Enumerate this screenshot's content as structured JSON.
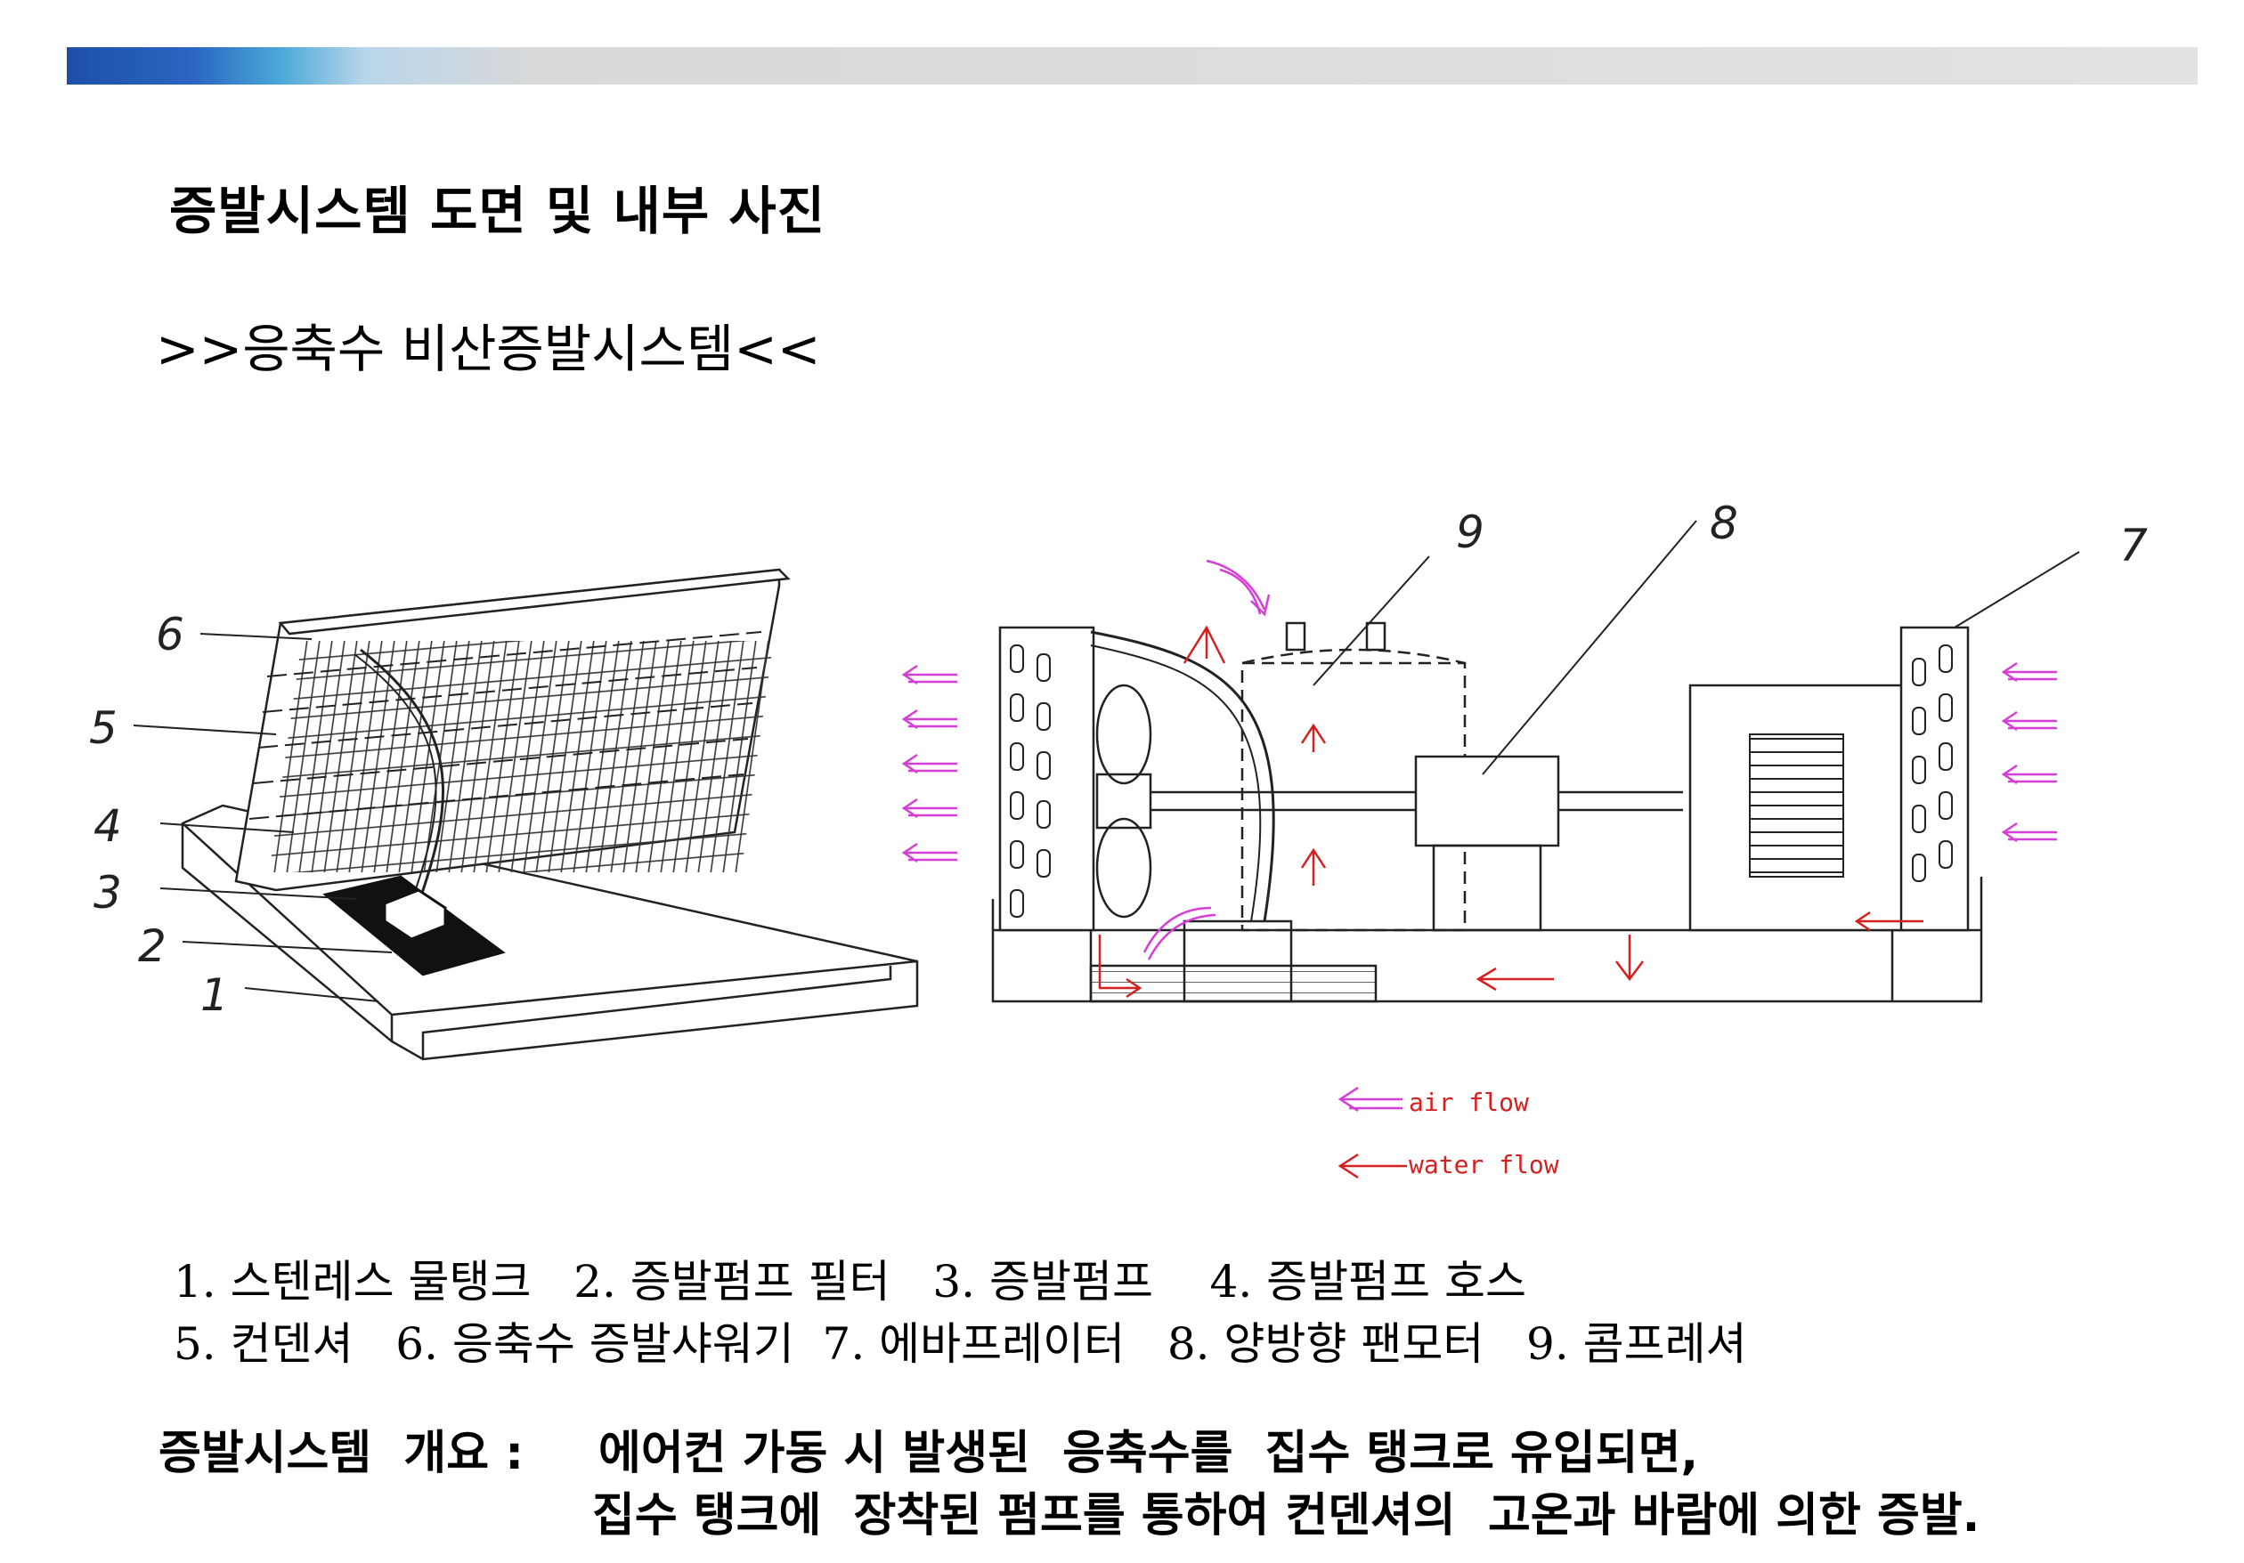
{
  "header": {
    "title": "증발시스템 도면 및 내부 사진",
    "subtitle": ">>응축수 비산증발시스템<<"
  },
  "diagram": {
    "left_callouts": [
      "6",
      "5",
      "4",
      "3",
      "2",
      "1"
    ],
    "right_callouts": [
      "9",
      "8",
      "7"
    ],
    "flow_legend": {
      "air": "air flow",
      "water": "water flow"
    },
    "colors": {
      "air_arrow": "#d63fd6",
      "water_arrow": "#d62020",
      "line": "#222222"
    }
  },
  "legend": {
    "line1": "1. 스텐레스 물탱크   2. 증발펌프 필터   3. 증발펌프    4. 증발펌프 호스",
    "line2": "5. 컨덴셔   6. 응축수 증발샤워기  7. 에바프레이터   8. 양방향 팬모터   9. 콤프레셔"
  },
  "summary": {
    "label": "증발시스템  개요 :",
    "line1": "에어컨 가동 시 발생된  응축수를  집수 탱크로 유입되면,",
    "line2": "집수 탱크에  장착된 펌프를 통하여 컨덴셔의  고온과 바람에 의한 증발."
  }
}
